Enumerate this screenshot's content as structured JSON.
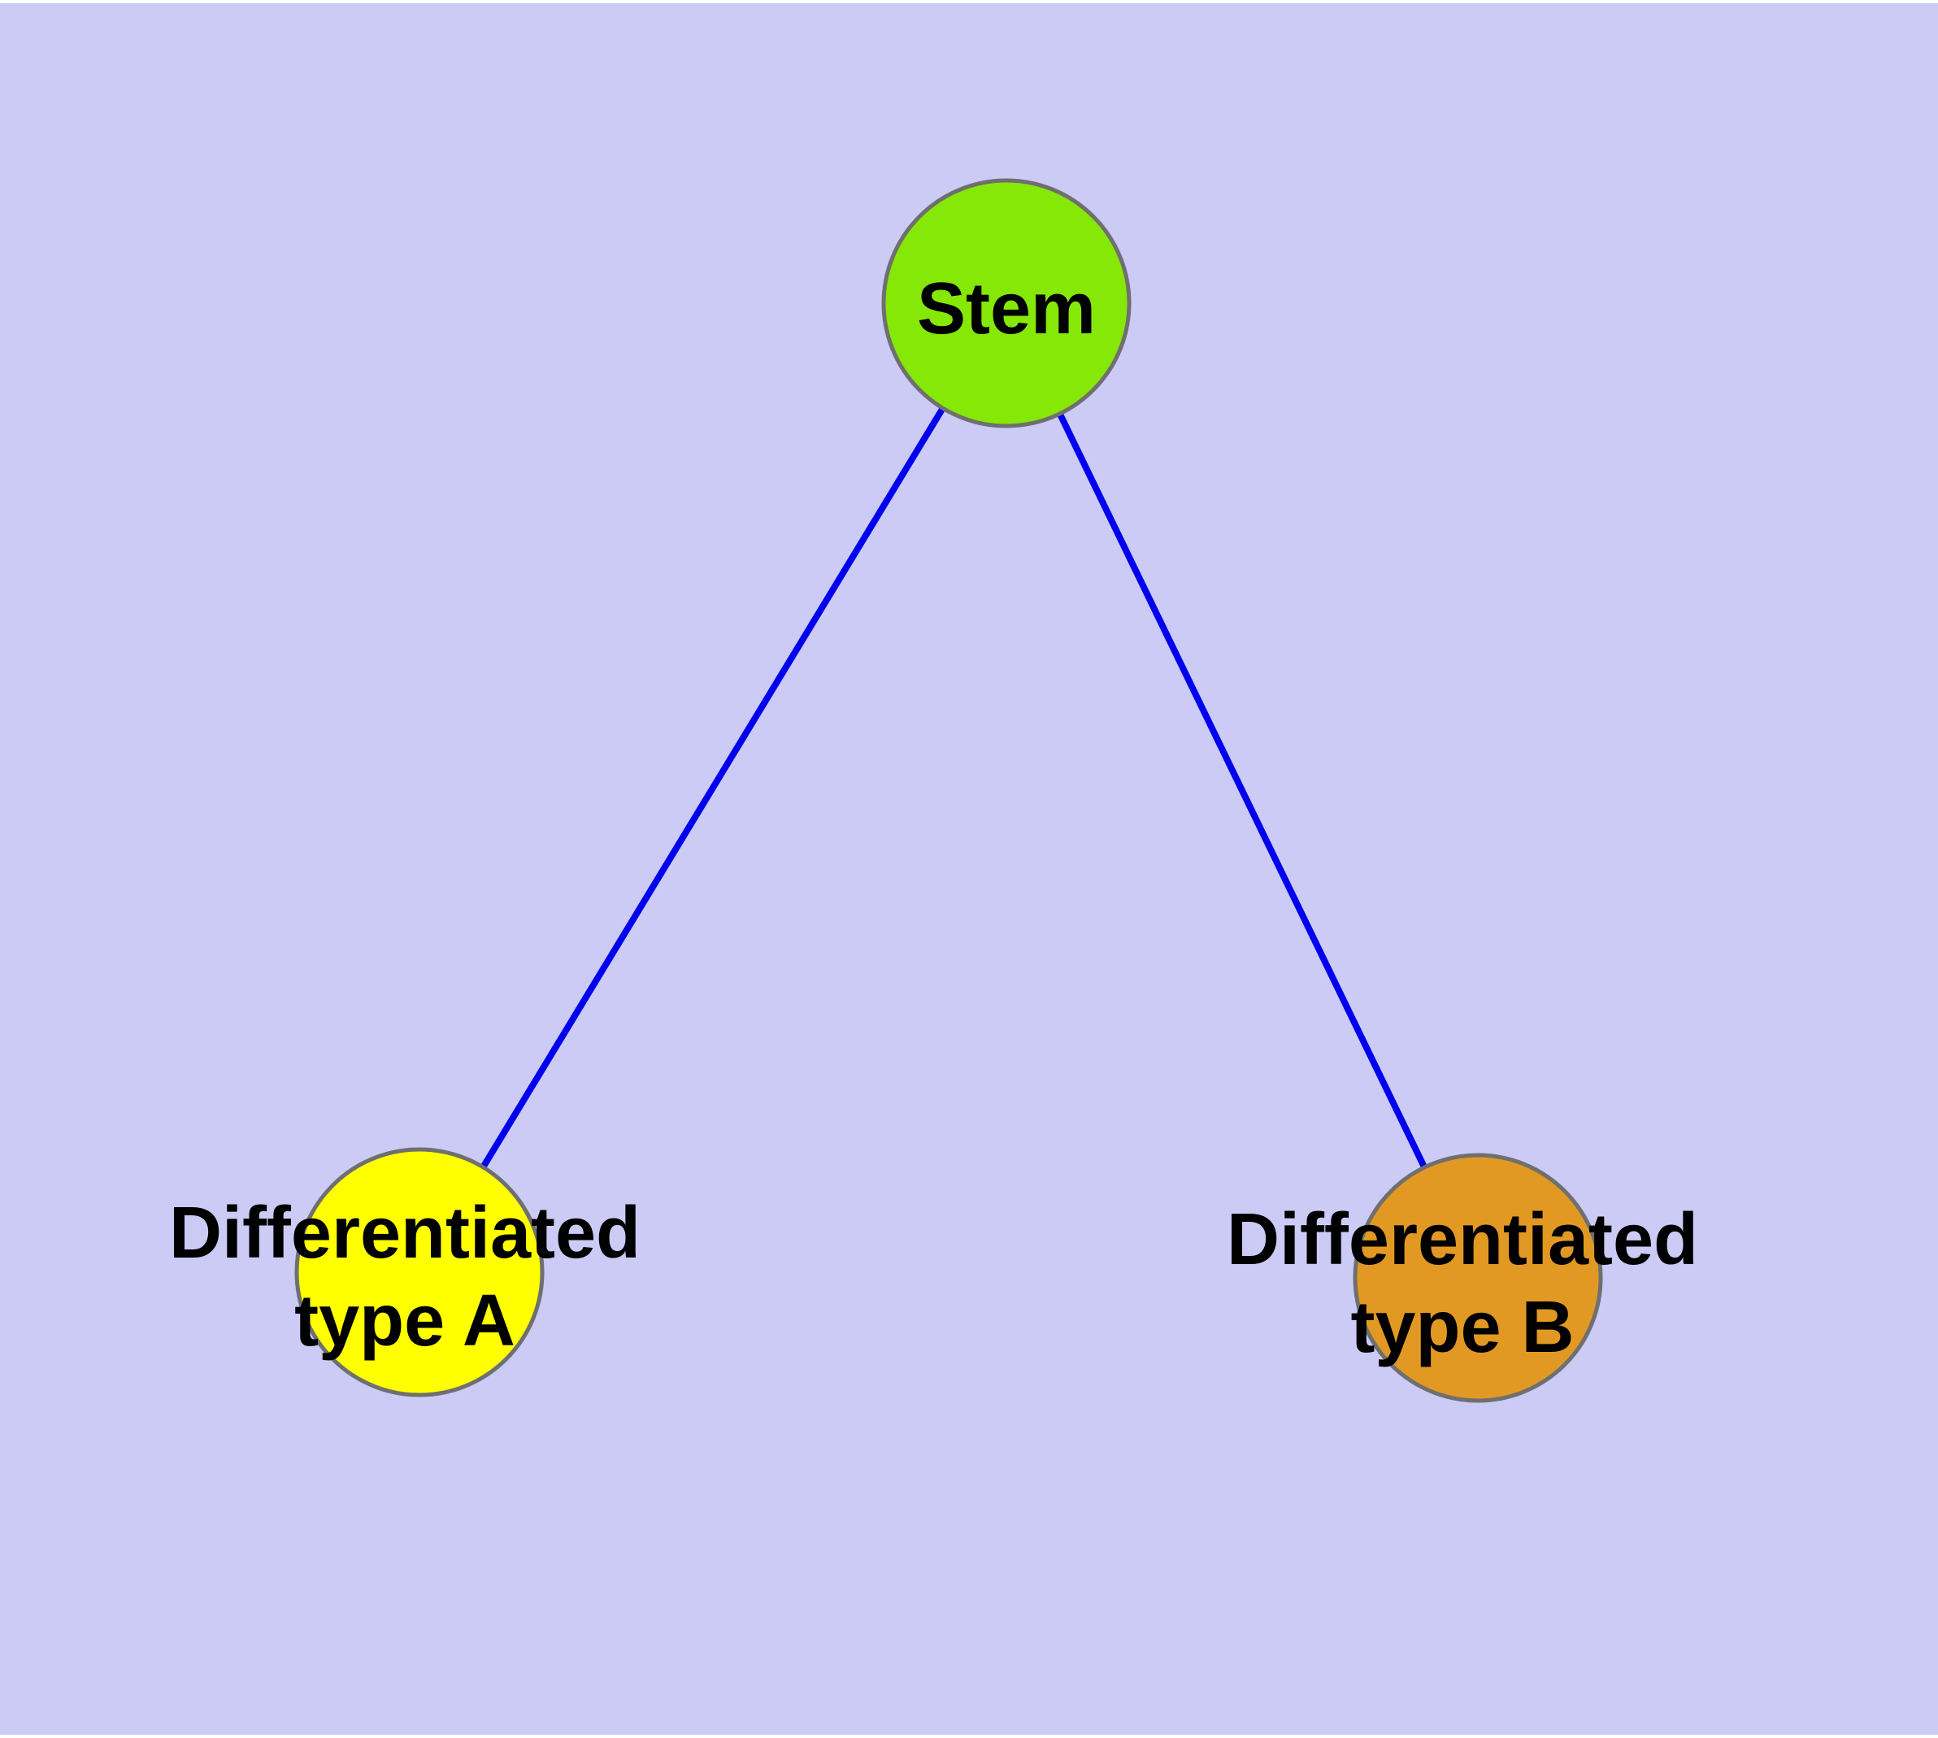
{
  "diagram": {
    "type": "node-link-graph",
    "background_color": "#CBCBF6",
    "canvas_margin_color": "#FFFFFF",
    "edge_color": "#0000EE",
    "node_border_color": "#6F6F6F",
    "text_color": "#000000",
    "nodes": [
      {
        "id": "stem",
        "label": "Stem",
        "lines": [
          "Stem"
        ],
        "fill_color": "#86E806"
      },
      {
        "id": "differentiated-type-a",
        "label": "Differentiated type A",
        "lines": [
          "Differentiated",
          "type A"
        ],
        "fill_color": "#FFFF00"
      },
      {
        "id": "differentiated-type-b",
        "label": "Differentiated type B",
        "lines": [
          "Differentiated",
          "type B"
        ],
        "fill_color": "#E29923"
      }
    ],
    "edges": [
      {
        "from": "stem",
        "to": "differentiated-type-a"
      },
      {
        "from": "stem",
        "to": "differentiated-type-b"
      }
    ]
  }
}
